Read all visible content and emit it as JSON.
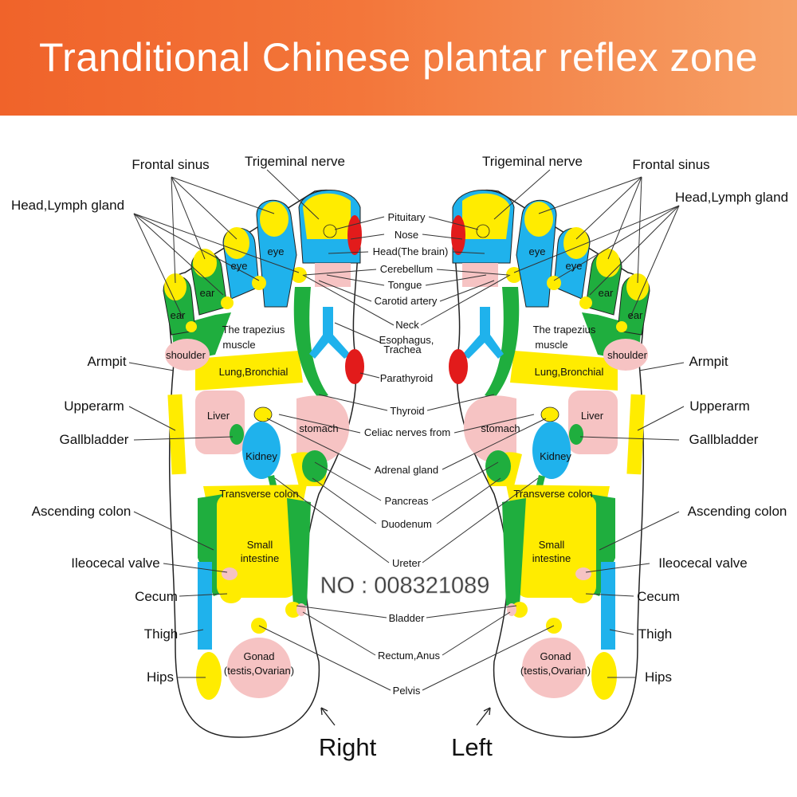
{
  "header": {
    "title": "Tranditional Chinese plantar reflex zone",
    "color_start": "#f0632a",
    "color_end": "#f6a066"
  },
  "colors": {
    "yellow": "#ffec00",
    "blue": "#1fb2ec",
    "green": "#1fae3e",
    "pink": "#f6c3c3",
    "red": "#e21b1b",
    "outline": "#222222"
  },
  "labels": {
    "right_side": [
      "Frontal sinus",
      "Head,Lymph gland",
      "Armpit",
      "Upperarm",
      "Gallbladder",
      "Ascending colon",
      "Ileocecal valve",
      "Cecum",
      "Thigh",
      "Hips"
    ],
    "left_side": [
      "Trigeminal nerve",
      "Frontal sinus",
      "Head,Lymph gland",
      "Armpit",
      "Upperarm",
      "Gallbladder",
      "Ascending colon",
      "Ileocecal valve",
      "Cecum",
      "Thigh",
      "Hips"
    ],
    "trigeminal_right": "Trigeminal nerve",
    "center": [
      "Pituitary",
      "Nose",
      "Head(The brain)",
      "Cerebellum",
      "Tongue",
      "Carotid artery",
      "Neck",
      "Esophagus,",
      "Trachea",
      "Parathyroid",
      "Thyroid",
      "Celiac nerves from",
      "Adrenal gland",
      "Pancreas",
      "Duodenum",
      "Ureter",
      "Bladder",
      "Rectum,Anus",
      "Pelvis"
    ]
  },
  "zones": {
    "eye": "eye",
    "ear": "ear",
    "trapezius_line1": "The trapezius",
    "trapezius_line2": "muscle",
    "shoulder": "shoulder",
    "lung": "Lung,Bronchial",
    "liver": "Liver",
    "stomach": "stomach",
    "kidney": "Kidney",
    "transverse_colon": "Transverse colon",
    "small_intestine_line1": "Small",
    "small_intestine_line2": "intestine",
    "gonad_line1": "Gonad",
    "gonad_line2": "(testis,Ovarian)"
  },
  "feet": {
    "right": "Right",
    "left": "Left"
  },
  "watermark": "NO : 008321089"
}
